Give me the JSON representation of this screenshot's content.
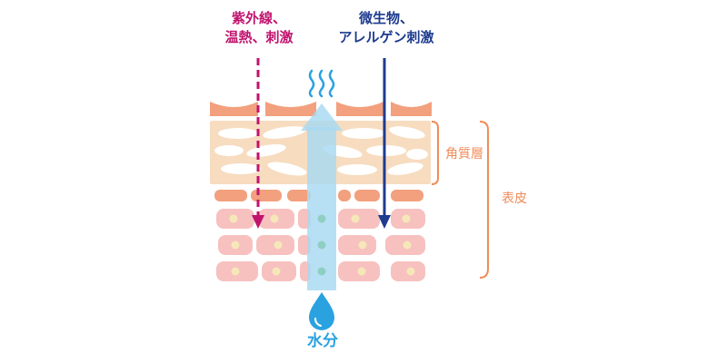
{
  "labels": {
    "uv_line1": "紫外線、",
    "uv_line2": "温熱、刺激",
    "microbe_line1": "微生物、",
    "microbe_line2": "アレルゲン刺激",
    "stratum_corneum": "角質層",
    "epidermis": "表皮",
    "water": "水分"
  },
  "colors": {
    "uv_arrow": "#c0146e",
    "microbe_arrow": "#1d3b8f",
    "water": "#2aa2e0",
    "stratum_band": "#f7dcc0",
    "scale_tiles": "#f2a07e",
    "cells": "#f6c1bf",
    "nucleus": "#f6e7b9",
    "bracket": "#f08c5a"
  }
}
